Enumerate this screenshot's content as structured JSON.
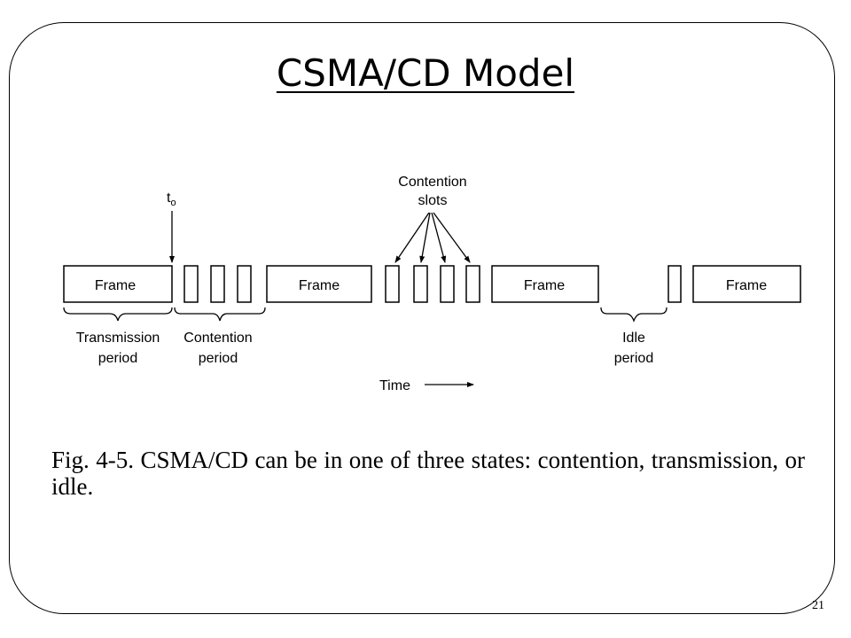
{
  "slide": {
    "title": "CSMA/CD Model",
    "page_number": "21"
  },
  "diagram": {
    "t0_label": "t",
    "t0_subscript": "o",
    "frame_label": "Frame",
    "contention_slots_label": [
      "Contention",
      "slots"
    ],
    "transmission_period_label": [
      "Transmission",
      "period"
    ],
    "contention_period_label": [
      "Contention",
      "period"
    ],
    "idle_period_label": [
      "Idle",
      "period"
    ],
    "time_label": "Time"
  },
  "caption": "Fig. 4-5. CSMA/CD can be in one of three states: contention, transmission, or idle."
}
